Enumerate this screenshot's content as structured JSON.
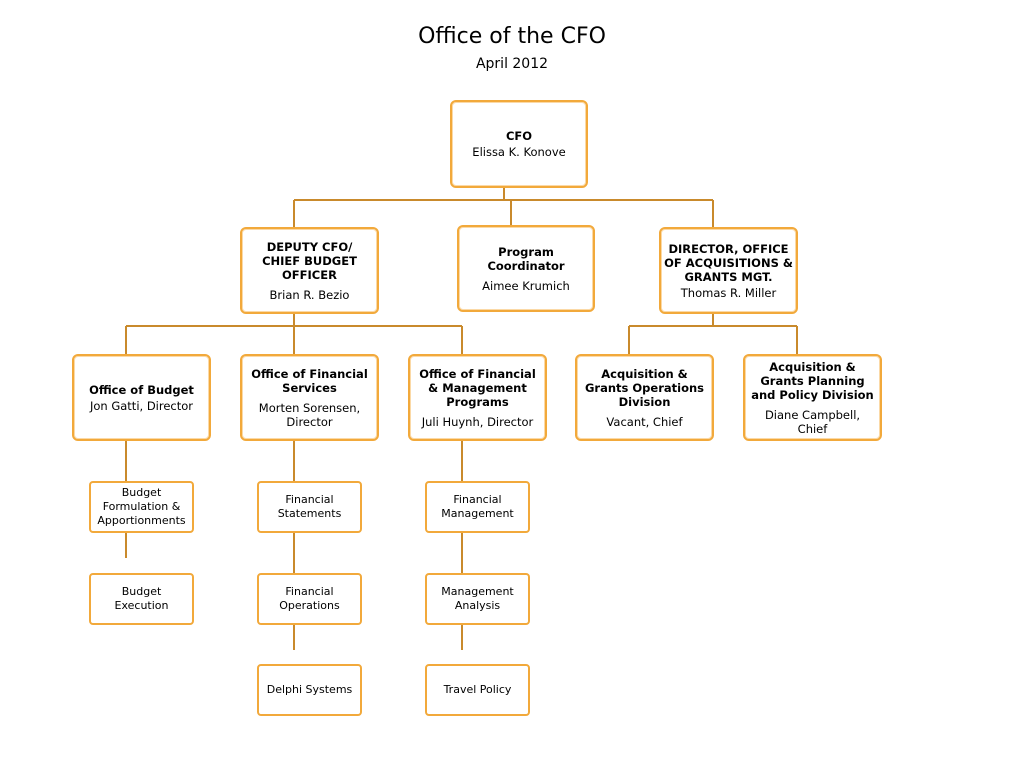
{
  "header": {
    "title": "Office of the CFO",
    "subtitle": "April 2012"
  },
  "accent_color": "#f2a93b",
  "line_color": "#c98a2c",
  "nodes": {
    "cfo": {
      "title": "CFO",
      "name": "Elissa K. Konove"
    },
    "deputy": {
      "title": "DEPUTY CFO/ CHIEF BUDGET OFFICER",
      "name": "Brian R. Bezio"
    },
    "program": {
      "title": "Program Coordinator",
      "name": "Aimee Krumich"
    },
    "director": {
      "title": "DIRECTOR, OFFICE OF ACQUISITIONS & GRANTS MGT.",
      "name": "Thomas R. Miller"
    },
    "budget": {
      "title": "Office of Budget",
      "name": "Jon Gatti, Director"
    },
    "finserv": {
      "title": "Office of Financial Services",
      "name": "Morten Sorensen, Director"
    },
    "finmgmt": {
      "title": "Office of Financial & Management Programs",
      "name": "Juli Huynh, Director"
    },
    "agops": {
      "title": "Acquisition & Grants Operations Division",
      "name": "Vacant, Chief"
    },
    "agplan": {
      "title": "Acquisition & Grants Planning and Policy Division",
      "name": "Diane Campbell, Chief"
    },
    "budget_form": {
      "label": "Budget Formulation & Apportionments"
    },
    "budget_exec": {
      "label": "Budget Execution"
    },
    "fin_statements": {
      "label": "Financial Statements"
    },
    "fin_operations": {
      "label": "Financial Operations"
    },
    "delphi": {
      "label": "Delphi Systems"
    },
    "fin_management": {
      "label": "Financial Management"
    },
    "mgmt_analysis": {
      "label": "Management Analysis"
    },
    "travel_policy": {
      "label": "Travel Policy"
    }
  }
}
